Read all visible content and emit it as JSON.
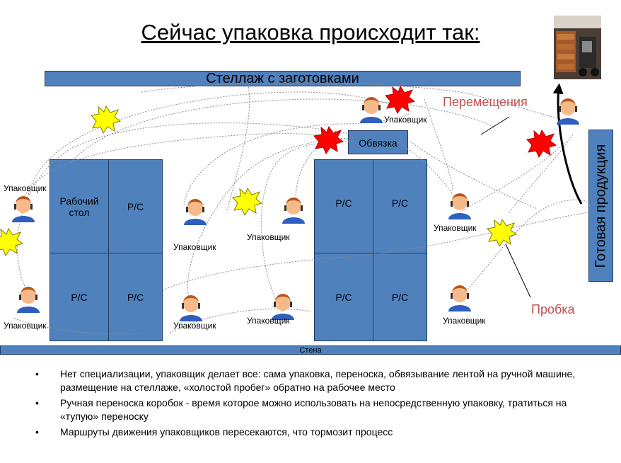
{
  "title": "Сейчас упаковка происходит так:",
  "rack_label": "Стеллаж с заготовками",
  "binding_label": "Обвязка",
  "finished_label": "Готовая продукция",
  "wall_label": "Стена",
  "movements_label": "Перемещения",
  "jam_label": "Пробка",
  "workbench_label": "Рабочий стол",
  "rs_label": "Р/С",
  "packer_label": "Упаковщик",
  "bullets": [
    "Нет специализации, упаковщик делает все: сама упаковка, переноска, обвязывание лентой на ручной машине, размещение на стеллаже, «холостой пробег» обратно на рабочее место",
    "Ручная переноска коробок - время которое можно использовать на непосредственную упаковку, тратиться на «тупую» переноску",
    "Маршруты движения упаковщиков пересекаются, что тормозит процесс"
  ],
  "colors": {
    "box": "#4f81bd",
    "accent_red": "#c0504d",
    "burst_red": "#ff0000",
    "burst_yellow": "#ffff00"
  }
}
